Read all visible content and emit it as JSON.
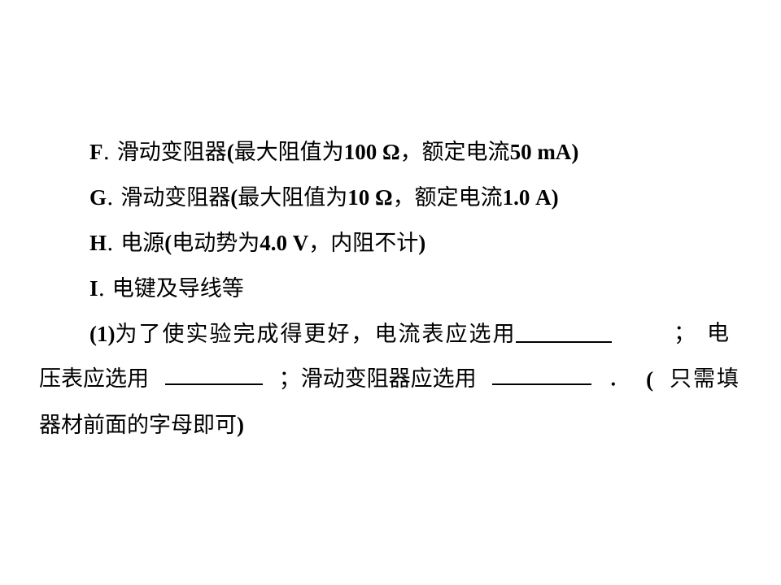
{
  "options": [
    {
      "letter": "F",
      "sep": ".",
      "name": "滑动变阻器",
      "open": "(",
      "p1": "最大阻值为",
      "v1": "100 Ω",
      "p2": "，额定电流",
      "v2": "50 mA",
      "close": ")"
    },
    {
      "letter": "G",
      "sep": ".",
      "name": "滑动变阻器",
      "open": "(",
      "p1": "最大阻值为",
      "v1": "10 Ω",
      "p2": "，额定电流",
      "v2": "1.0 A",
      "close": ")"
    },
    {
      "letter": "H",
      "sep": ".",
      "name": "电源",
      "open": "(",
      "p1": "电动势为",
      "v1": "4.0 V",
      "p2": "，内阻不计",
      "close": ")"
    },
    {
      "letter": "I",
      "sep": ".",
      "name": "电键及导线等"
    }
  ],
  "question": {
    "number": "(1)",
    "l1_text": "为了使实验完成得更好，电流表应选用",
    "l1_after": "；电",
    "l2_start": "压表应选用",
    "l2_mid": "；滑动变阻器应选用",
    "l2_dot": "．",
    "l2_paren": "(",
    "l2_end": "只需填",
    "l3": "器材前面的字母即可",
    "l3_close": ")"
  }
}
